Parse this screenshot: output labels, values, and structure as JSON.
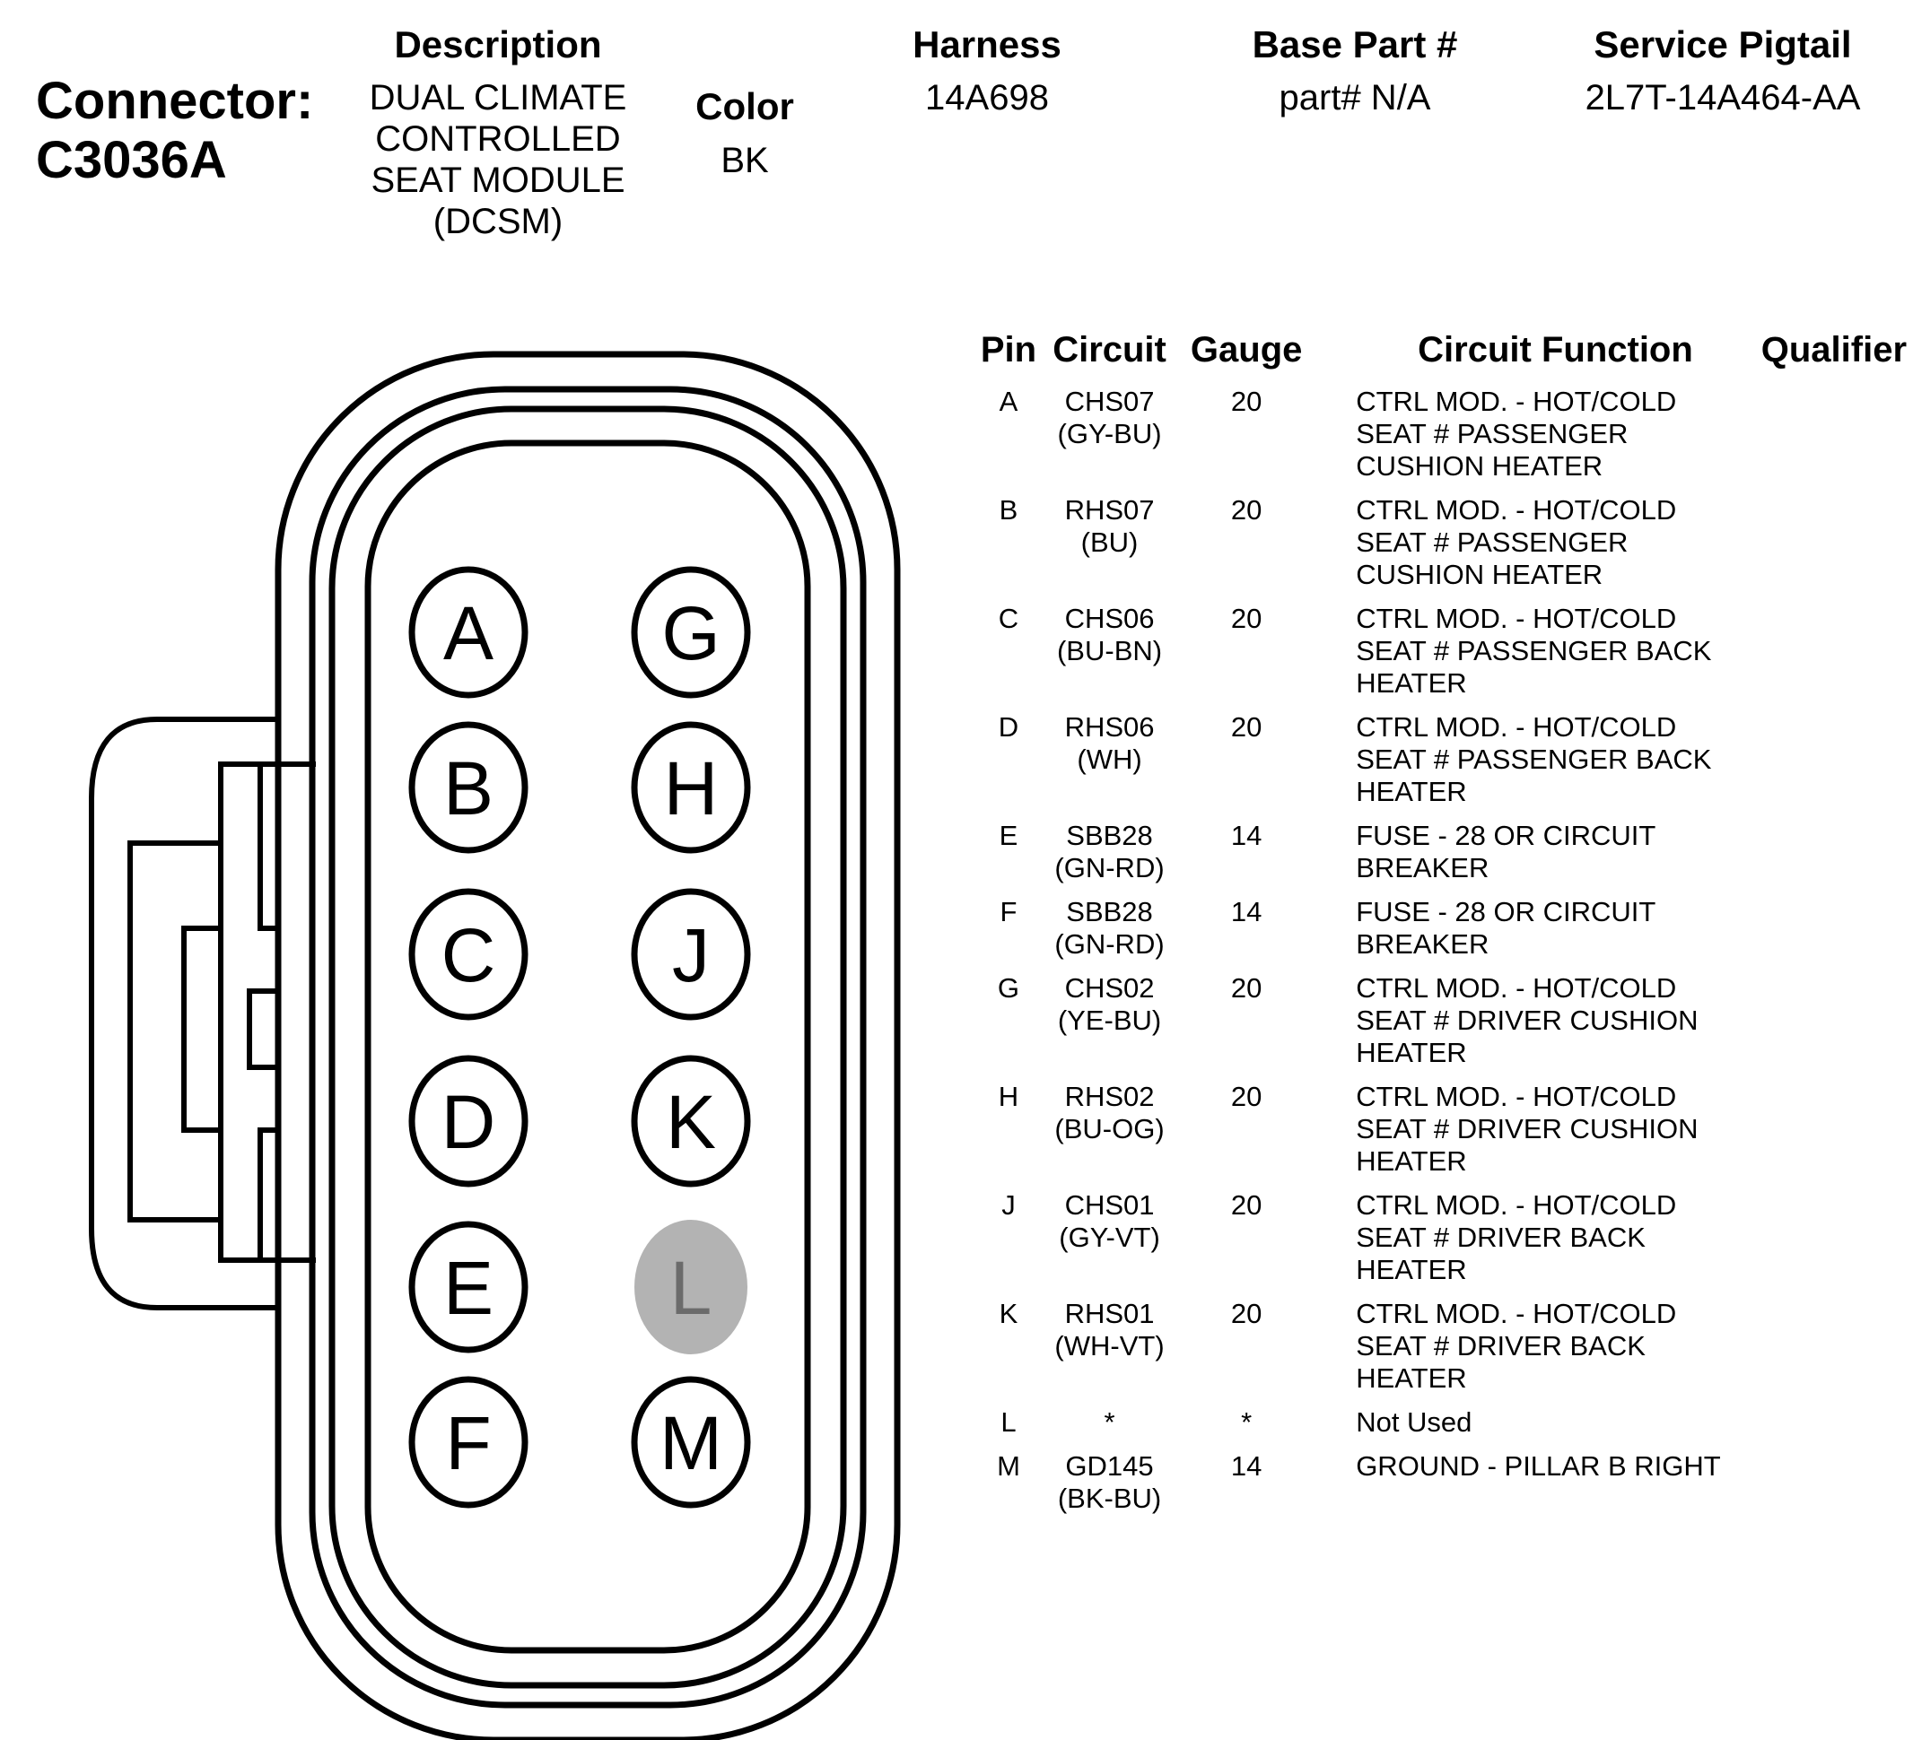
{
  "header": {
    "connector_label": "Connector:",
    "connector_id": "C3036A",
    "description_title": "Description",
    "description_lines": [
      "DUAL CLIMATE",
      "CONTROLLED",
      "SEAT MODULE",
      "(DCSM)"
    ],
    "color_title": "Color",
    "color_value": "BK",
    "harness_title": "Harness",
    "harness_value": "14A698",
    "base_part_title": "Base Part #",
    "base_part_value": "part# N/A",
    "service_pigtail_title": "Service Pigtail",
    "service_pigtail_value": "2L7T-14A464-AA"
  },
  "connector_diagram": {
    "pin_columns": [
      [
        "A",
        "B",
        "C",
        "D",
        "E",
        "F"
      ],
      [
        "G",
        "H",
        "J",
        "K",
        "L",
        "M"
      ]
    ],
    "unused_pins": [
      "L"
    ],
    "colors": {
      "outline": "#000000",
      "unused_fill": "#b3b3b3",
      "unused_text": "#6b6b6b"
    }
  },
  "table": {
    "columns": [
      "Pin",
      "Circuit",
      "Gauge",
      "Circuit Function",
      "Qualifier"
    ],
    "rows": [
      {
        "pin": "A",
        "circuit": [
          "CHS07",
          "(GY-BU)"
        ],
        "gauge": "20",
        "function": [
          "CTRL MOD. - HOT/COLD",
          "SEAT # PASSENGER",
          "CUSHION HEATER"
        ],
        "qualifier": ""
      },
      {
        "pin": "B",
        "circuit": [
          "RHS07",
          "(BU)"
        ],
        "gauge": "20",
        "function": [
          "CTRL MOD. - HOT/COLD",
          "SEAT # PASSENGER",
          "CUSHION HEATER"
        ],
        "qualifier": ""
      },
      {
        "pin": "C",
        "circuit": [
          "CHS06",
          "(BU-BN)"
        ],
        "gauge": "20",
        "function": [
          "CTRL MOD. - HOT/COLD",
          "SEAT # PASSENGER BACK",
          "HEATER"
        ],
        "qualifier": ""
      },
      {
        "pin": "D",
        "circuit": [
          "RHS06",
          "(WH)"
        ],
        "gauge": "20",
        "function": [
          "CTRL MOD. - HOT/COLD",
          "SEAT # PASSENGER BACK",
          "HEATER"
        ],
        "qualifier": ""
      },
      {
        "pin": "E",
        "circuit": [
          "SBB28",
          "(GN-RD)"
        ],
        "gauge": "14",
        "function": [
          "FUSE - 28 OR CIRCUIT",
          "BREAKER"
        ],
        "qualifier": ""
      },
      {
        "pin": "F",
        "circuit": [
          "SBB28",
          "(GN-RD)"
        ],
        "gauge": "14",
        "function": [
          "FUSE - 28 OR CIRCUIT",
          "BREAKER"
        ],
        "qualifier": ""
      },
      {
        "pin": "G",
        "circuit": [
          "CHS02",
          "(YE-BU)"
        ],
        "gauge": "20",
        "function": [
          "CTRL MOD. - HOT/COLD",
          "SEAT # DRIVER CUSHION",
          "HEATER"
        ],
        "qualifier": ""
      },
      {
        "pin": "H",
        "circuit": [
          "RHS02",
          "(BU-OG)"
        ],
        "gauge": "20",
        "function": [
          "CTRL MOD. - HOT/COLD",
          "SEAT # DRIVER CUSHION",
          "HEATER"
        ],
        "qualifier": ""
      },
      {
        "pin": "J",
        "circuit": [
          "CHS01",
          "(GY-VT)"
        ],
        "gauge": "20",
        "function": [
          "CTRL MOD. - HOT/COLD",
          "SEAT # DRIVER BACK",
          "HEATER"
        ],
        "qualifier": ""
      },
      {
        "pin": "K",
        "circuit": [
          "RHS01",
          "(WH-VT)"
        ],
        "gauge": "20",
        "function": [
          "CTRL MOD. - HOT/COLD",
          "SEAT # DRIVER BACK",
          "HEATER"
        ],
        "qualifier": ""
      },
      {
        "pin": "L",
        "circuit": [
          "*"
        ],
        "gauge": "*",
        "function": [
          "Not Used"
        ],
        "qualifier": ""
      },
      {
        "pin": "M",
        "circuit": [
          "GD145",
          "(BK-BU)"
        ],
        "gauge": "14",
        "function": [
          "GROUND - PILLAR B RIGHT"
        ],
        "qualifier": ""
      }
    ]
  }
}
